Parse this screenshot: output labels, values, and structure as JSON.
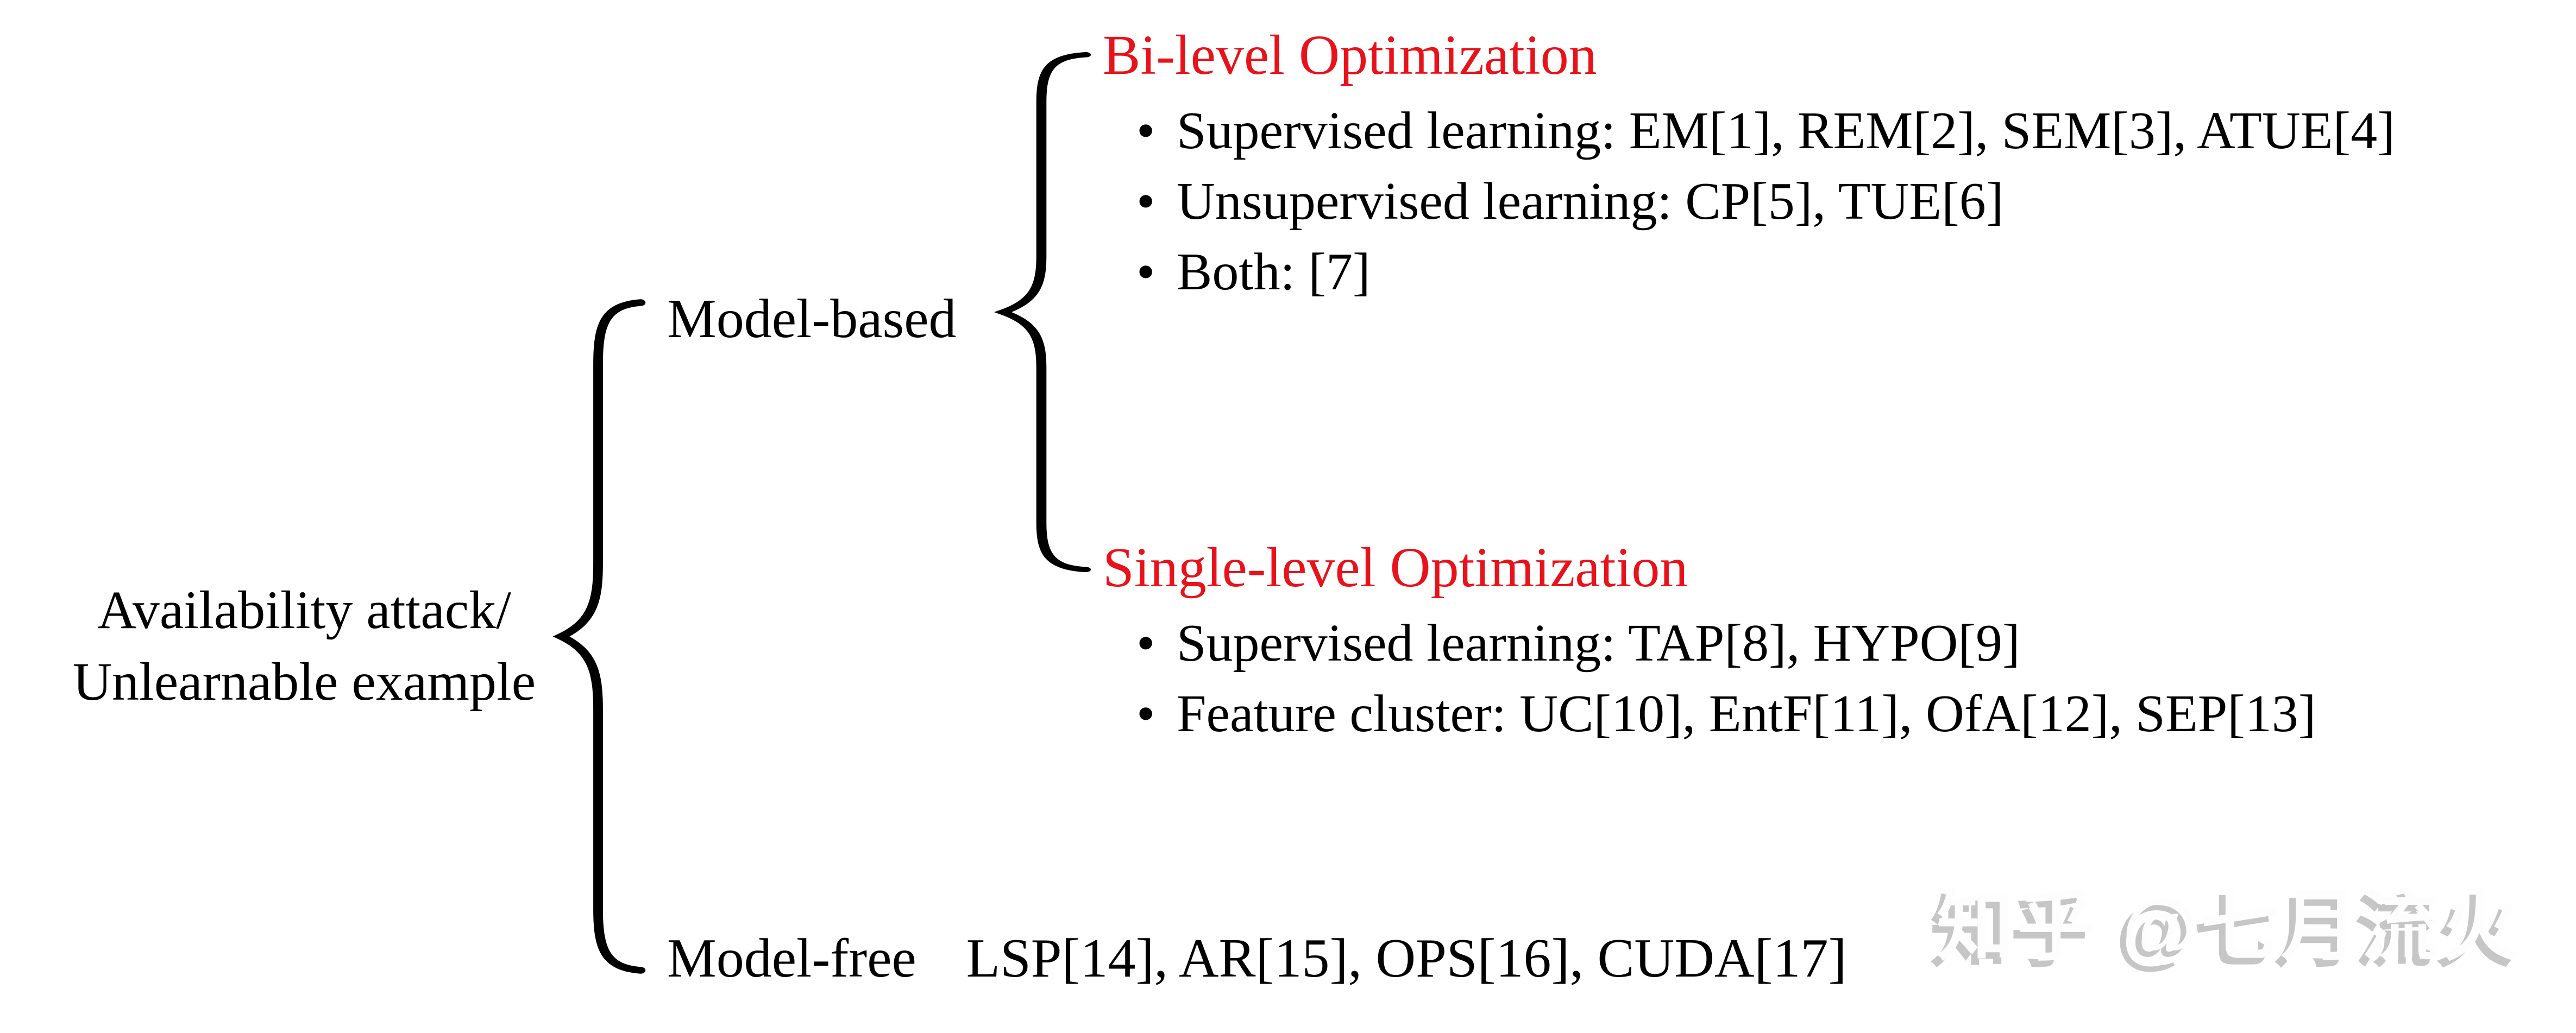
{
  "colors": {
    "background": "#ffffff",
    "text": "#000000",
    "accent_red": "#e8121a",
    "watermark_fill": "#fdfdfd",
    "watermark_shadow": "#c6c6c6"
  },
  "glyphs": {
    "bullet": "•"
  },
  "root": {
    "label_line1": "Availability attack/",
    "label_line2": "Unlearnable example"
  },
  "model_based": {
    "label": "Model-based"
  },
  "model_free": {
    "label": "Model-free",
    "methods": "LSP[14], AR[15], OPS[16], CUDA[17]"
  },
  "sections": [
    {
      "title": "Bi-level Optimization",
      "bullets": [
        "Supervised learning: EM[1], REM[2], SEM[3], ATUE[4]",
        "Unsupervised learning: CP[5], TUE[6]",
        "Both: [7]"
      ]
    },
    {
      "title": "Single-level Optimization",
      "bullets": [
        "Supervised learning: TAP[8], HYPO[9]",
        "Feature cluster: UC[10], EntF[11], OfA[12], SEP[13]"
      ]
    }
  ],
  "watermark": {
    "text": "知乎 @七月流火"
  }
}
